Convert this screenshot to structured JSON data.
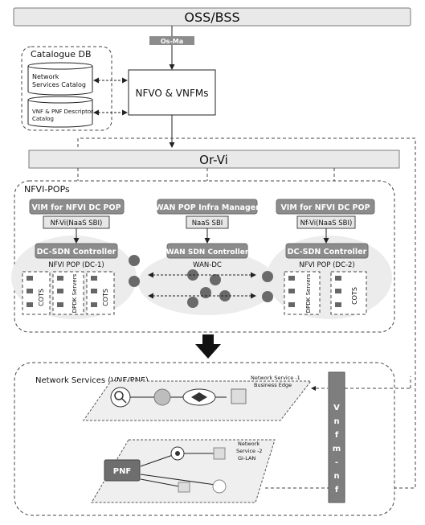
{
  "oss_bss": "OSS/BSS",
  "os_ma": "Os-Ma",
  "catalogue_db": {
    "title": "Catalogue DB",
    "ns_catalog": [
      "Network",
      "Services Catalog"
    ],
    "vnf_catalog": [
      "VNF & PNF Descriptor",
      "Catalog"
    ]
  },
  "nfvo": "NFVO & VNFMs",
  "or_vi": "Or-Vi",
  "nfvi_pops": {
    "title": "NFVI-POPs",
    "vim_left": "VIM for NFVI DC POP",
    "nfvi_left": "Nf-Vi(NaaS SBI)",
    "wan_manager": "WAN POP Infra Manager",
    "naas_sbi": "NaaS SBI",
    "vim_right": "VIM for NFVI DC POP",
    "nfvi_right": "Nf-Vi(NaaS SBI)",
    "dc_sdn_left": "DC-SDN Controller",
    "nfvi_pop_dc1": "NFVI POP (DC-1)",
    "wan_sdn": "WAN SDN Controller",
    "wan_dc": "WAN-DC",
    "dc_sdn_right": "DC-SDN Controller",
    "nfvi_pop_dc2": "NFVI POP (DC-2)",
    "cots": "COTS",
    "dpdk": "DPDK Servers"
  },
  "network_services": {
    "title": "Network Services (VNF/PNF)",
    "ns1": [
      "Network Service -1",
      "Business Edge"
    ],
    "ns2": [
      "Network",
      "Service -2",
      "Gi-LAN"
    ],
    "pnf": "PNF",
    "vnfm_nf": [
      "V",
      "n",
      "f",
      "m",
      "-",
      "n",
      "f"
    ]
  }
}
